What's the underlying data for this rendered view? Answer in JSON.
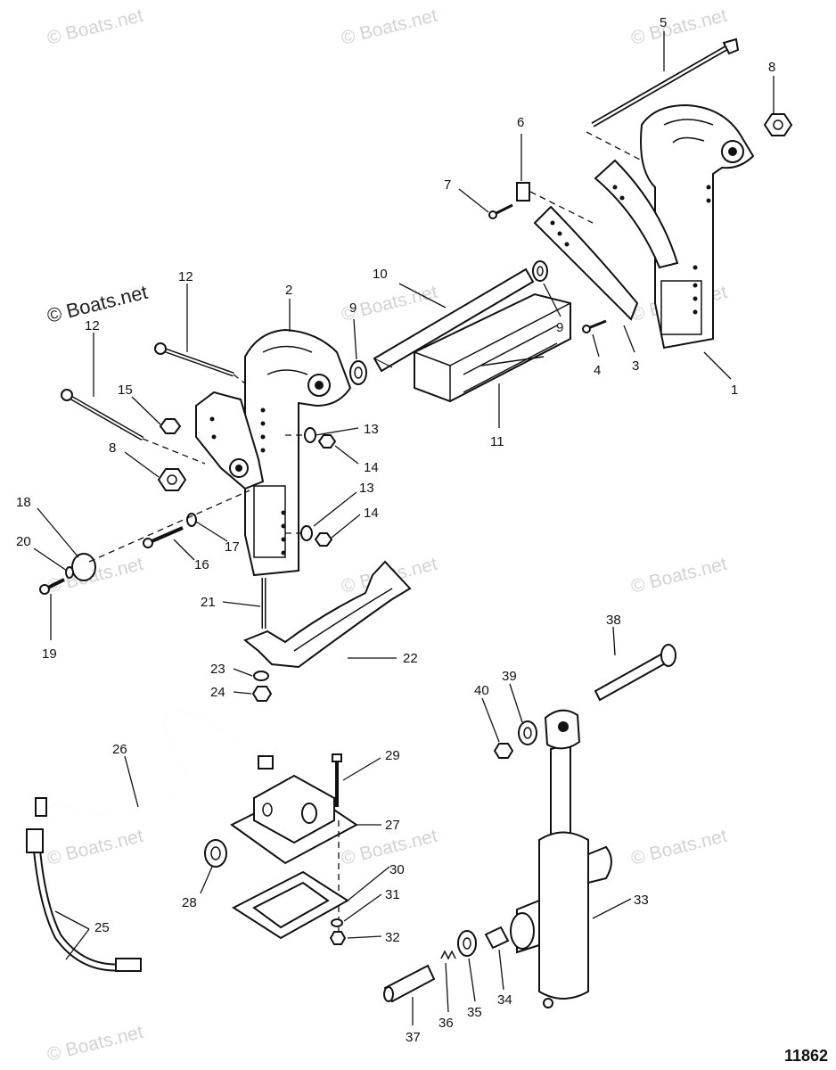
{
  "watermarks": [
    "© Boats.net",
    "© Boats.net",
    "© Boats.net",
    "© Boats.net",
    "© Boats.net",
    "© Boats.net",
    "© Boats.net",
    "© Boats.net",
    "© Boats.net",
    "© Boats.net",
    "© Boats.net",
    "© Boats.net"
  ],
  "watermark_main": "© Boats.net",
  "figure_id": "11862",
  "callouts": [
    "1",
    "2",
    "3",
    "4",
    "5",
    "6",
    "7",
    "8",
    "8",
    "9",
    "9",
    "10",
    "11",
    "12",
    "12",
    "13",
    "13",
    "14",
    "14",
    "15",
    "16",
    "17",
    "18",
    "19",
    "20",
    "21",
    "22",
    "23",
    "24",
    "25",
    "26",
    "27",
    "28",
    "29",
    "30",
    "31",
    "32",
    "33",
    "34",
    "35",
    "36",
    "37",
    "38",
    "39",
    "40"
  ]
}
